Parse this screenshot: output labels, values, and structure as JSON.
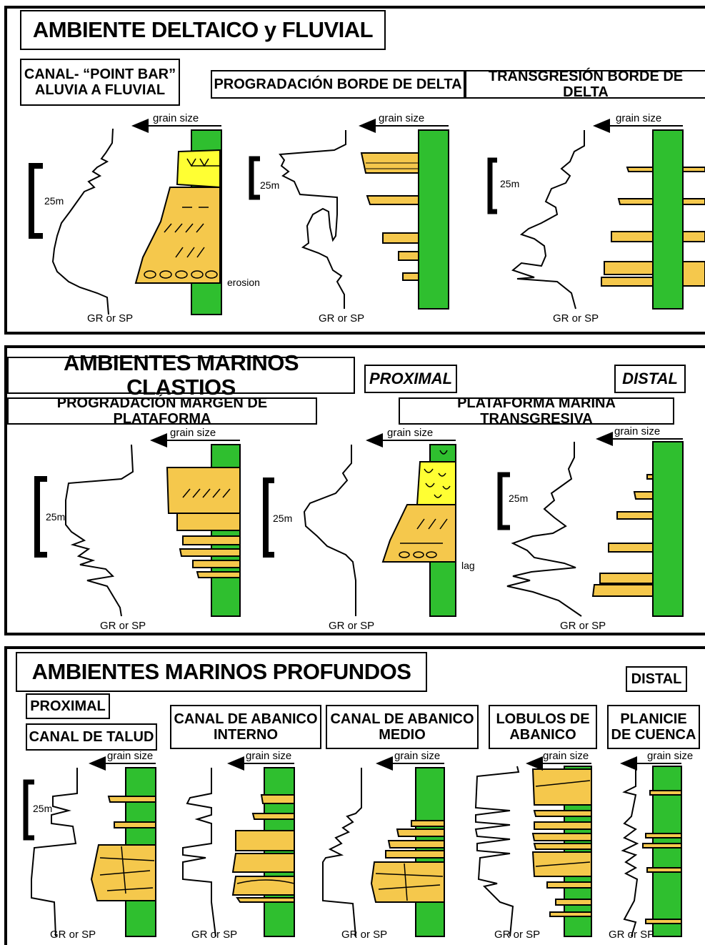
{
  "panel1": {
    "title": "AMBIENTE DELTAICO y FLUVIAL",
    "col1_title": "CANAL- “POINT BAR” ALUVIA A FLUVIAL",
    "col2_title": "PROGRADACIÓN BORDE DE DELTA",
    "col3_title": "TRANSGRESIÓN BORDE DE DELTA",
    "erosion_label": "erosion"
  },
  "panel2": {
    "title": "AMBIENTES MARINOS CLASTIOS",
    "proximal": "PROXIMAL",
    "distal": "DISTAL",
    "col1_title": "PROGRADACIÓN MARGEN DE PLATAFORMA",
    "col2_title": "PLATAFORMA MARINA TRANSGRESIVA",
    "lag_label": "lag"
  },
  "panel3": {
    "title": "AMBIENTES MARINOS PROFUNDOS",
    "proximal": "PROXIMAL",
    "distal": "DISTAL",
    "col1_title": "CANAL DE TALUD",
    "col2_title": "CANAL DE ABANICO INTERNO",
    "col3_title": "CANAL DE ABANICO MEDIO",
    "col4_title": "LOBULOS DE ABANICO",
    "col5_title": "PLANICIE DE CUENCA"
  },
  "labels": {
    "grain_size": "grain size",
    "log": "GR or SP",
    "scale": "25m"
  },
  "colors": {
    "shale": "#2fbf2f",
    "sand": "#f5c84c",
    "carbonate": "#ffff33",
    "line": "#000000"
  }
}
